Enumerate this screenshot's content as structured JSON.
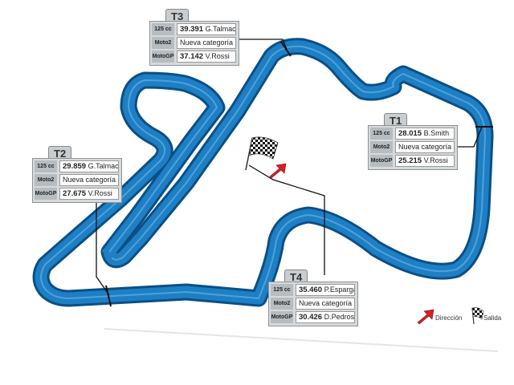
{
  "sectors": [
    {
      "name": "T1",
      "rows": [
        {
          "class": "125 cc",
          "time": "28.015",
          "rider": "B.Smith"
        },
        {
          "class": "Moto2",
          "time": "",
          "rider": "Nueva categoría"
        },
        {
          "class": "MotoGP",
          "time": "25.215",
          "rider": "V.Rossi"
        }
      ]
    },
    {
      "name": "T2",
      "rows": [
        {
          "class": "125 cc",
          "time": "29.859",
          "rider": "G.Talmacsi"
        },
        {
          "class": "Moto2",
          "time": "",
          "rider": "Nueva categoría"
        },
        {
          "class": "MotoGP",
          "time": "27.675",
          "rider": "V.Rossi"
        }
      ]
    },
    {
      "name": "T3",
      "rows": [
        {
          "class": "125 cc",
          "time": "39.391",
          "rider": "G.Talmacsi"
        },
        {
          "class": "Moto2",
          "time": "",
          "rider": "Nueva categoría"
        },
        {
          "class": "MotoGP",
          "time": "37.142",
          "rider": "V.Rossi"
        }
      ]
    },
    {
      "name": "T4",
      "rows": [
        {
          "class": "125 cc",
          "time": "35.460",
          "rider": "P.Espargaró"
        },
        {
          "class": "Moto2",
          "time": "",
          "rider": "Nueva categoría"
        },
        {
          "class": "MotoGP",
          "time": "30.426",
          "rider": "D.Pedrosa"
        }
      ]
    }
  ],
  "legend": {
    "direction": "Dirección",
    "start": "Salida"
  },
  "icons": {
    "direction": "red-arrow-icon",
    "start": "checkered-flag-icon"
  },
  "colors": {
    "track": "#1f7fc4",
    "track_edge": "#0a4f86",
    "arrow": "#d61f26"
  }
}
